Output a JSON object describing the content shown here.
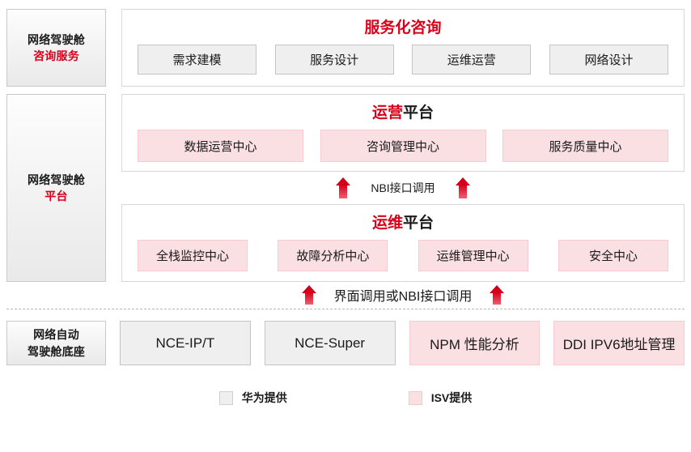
{
  "legend_colors": {
    "huawei_grey": "#efefef",
    "isv_pink": "#fadfe3",
    "accent_red": "#d9001b"
  },
  "tiers": [
    {
      "rail": {
        "line1": "网络驾驶舱",
        "line2": "咨询服务"
      },
      "panels": [
        {
          "title_highlight": "服务化咨询",
          "title_rest": "",
          "chips": [
            {
              "label": "需求建模",
              "style": "grey"
            },
            {
              "label": "服务设计",
              "style": "grey"
            },
            {
              "label": "运维运营",
              "style": "grey"
            },
            {
              "label": "网络设计",
              "style": "grey"
            }
          ]
        }
      ]
    },
    {
      "rail": {
        "line1": "网络驾驶舱",
        "line2": "平台"
      },
      "panels": [
        {
          "title_highlight": "运营",
          "title_rest": "平台",
          "chips": [
            {
              "label": "数据运营中心",
              "style": "pink"
            },
            {
              "label": "咨询管理中心",
              "style": "pink"
            },
            {
              "label": "服务质量中心",
              "style": "pink"
            }
          ]
        },
        {
          "title_highlight": "运维",
          "title_rest": "平台",
          "chips": [
            {
              "label": "全栈监控中心",
              "style": "pink"
            },
            {
              "label": "故障分析中心",
              "style": "pink"
            },
            {
              "label": "运维管理中心",
              "style": "pink"
            },
            {
              "label": "安全中心",
              "style": "pink"
            }
          ]
        }
      ]
    }
  ],
  "connectors": [
    {
      "caption": "NBI接口调用",
      "icon": "arrow-up-icon"
    },
    {
      "caption": "界面调用或NBI接口调用",
      "icon": "arrow-up-icon"
    }
  ],
  "base": {
    "rail": {
      "line1": "网络自动",
      "line2": "驾驶舱底座"
    },
    "chips": [
      {
        "label": "NCE-IP/T",
        "style": "grey"
      },
      {
        "label": "NCE-Super",
        "style": "grey"
      },
      {
        "label": "NPM 性能分析",
        "style": "pink"
      },
      {
        "label": "DDI IPV6地址管理",
        "style": "pink"
      }
    ]
  },
  "legend": [
    {
      "label": "华为提供",
      "style": "grey"
    },
    {
      "label": "ISV提供",
      "style": "pink"
    }
  ]
}
